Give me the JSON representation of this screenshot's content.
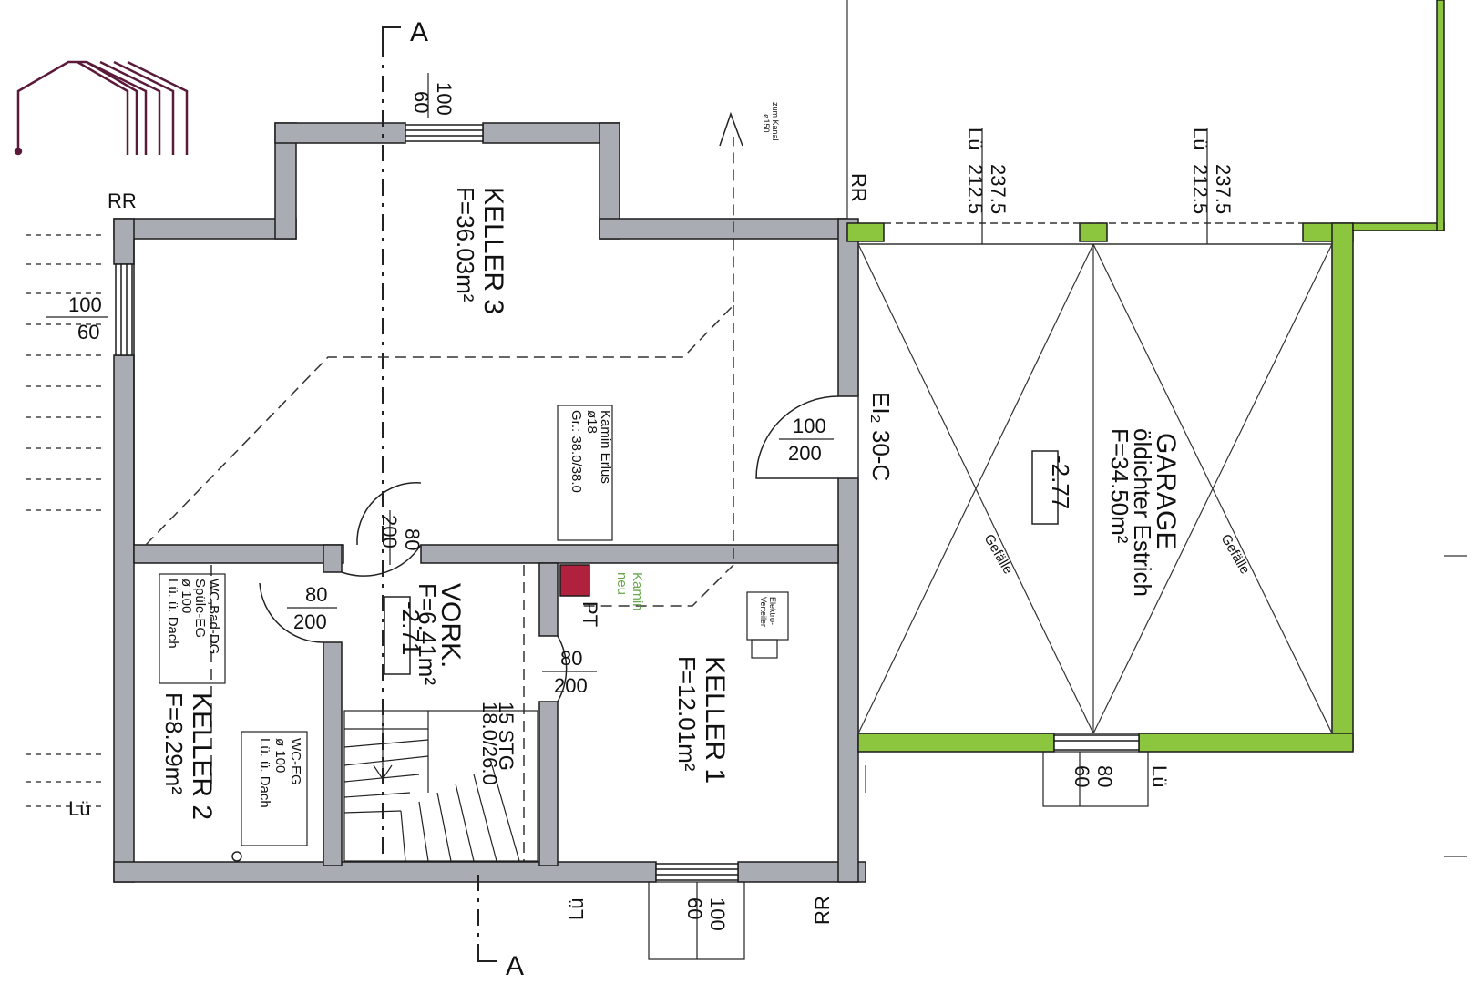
{
  "colors": {
    "wall": "#a9acb3",
    "wall_outline": "#1c1c1c",
    "garage_wall": "#8cc63f",
    "logo": "#5a1a3a",
    "chimney": "#b0213e",
    "kamin_text": "#6aa84f"
  },
  "logo": {
    "icon": "house-logo-icon"
  },
  "section": {
    "marker": "A"
  },
  "labels": {
    "rr": "RR",
    "lue": "Lü",
    "lue_bottom": "Lü",
    "lue_garage": "Lü",
    "lue_left": "Lü",
    "zum_kanal": "zum Kanal",
    "zum_kanal_size": "ø150"
  },
  "rooms": {
    "keller3": {
      "name": "KELLER 3",
      "area": "F=36.03m²"
    },
    "keller2": {
      "name": "KELLER 2",
      "area": "F=8.29m²"
    },
    "keller1": {
      "name": "KELLER 1",
      "area": "F=12.01m²"
    },
    "vork": {
      "name": "VORK.",
      "area": "F=6.41m²",
      "level": "-2.71"
    },
    "garage": {
      "name": "GARAGE",
      "sub": "öldichter Estrich",
      "area": "F=34.50m²",
      "level": "-2.77",
      "slope": "Gefälle"
    }
  },
  "dimensions": {
    "win_top_w": "100",
    "win_top_h": "60",
    "win_left_w": "100",
    "win_left_h": "60",
    "win_bottom_w": "100",
    "win_bottom_h": "60",
    "win_garage_w": "80",
    "win_garage_h": "60",
    "door_k3_w": "100",
    "door_k3_h": "200",
    "door_vork_w": "80",
    "door_vork_h": "200",
    "door_k2_w": "80",
    "door_k2_h": "200",
    "door_k1_w": "80",
    "door_k1_h": "200",
    "garage_opening_1": "237.5",
    "garage_clear_1": "212.5",
    "garage_opening_2": "237.5",
    "garage_clear_2": "212.5",
    "fire_door": "EI₂ 30-C",
    "stair": "15 STG",
    "stair_size": "18.0/26.0"
  },
  "notes": {
    "kamin_erlus": [
      "Kamin Erlus",
      "ø18",
      "Gr.: 38.0/38.0"
    ],
    "kamin_neu": [
      "Kamin",
      "neu"
    ],
    "pt": "PT",
    "wc_bod": [
      "WC,Bad-DG",
      "Spüle-EG",
      "ø 100",
      "Lü. ü. Dach"
    ],
    "wc_eg": [
      "WC-EG",
      "ø 100",
      "Lü. ü. Dach"
    ],
    "heater": [
      "Elektro-",
      "Verteiler"
    ]
  }
}
